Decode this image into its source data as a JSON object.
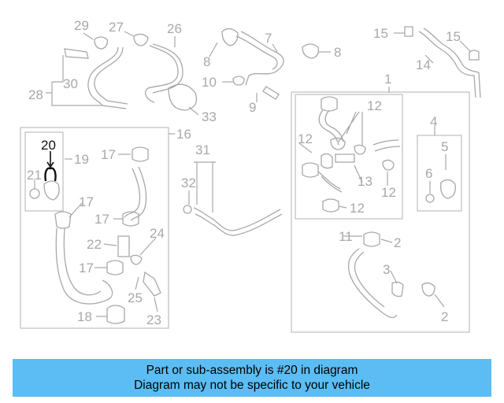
{
  "diagram": {
    "labels": [
      "29",
      "27",
      "26",
      "8",
      "7",
      "8",
      "15",
      "15",
      "14",
      "28",
      "30",
      "10",
      "9",
      "1",
      "33",
      "16",
      "12",
      "12",
      "4",
      "5",
      "20",
      "19",
      "17",
      "31",
      "32",
      "13",
      "21",
      "17",
      "12",
      "6",
      "12",
      "17",
      "22",
      "24",
      "11",
      "2",
      "17",
      "3",
      "25",
      "18",
      "23",
      "2"
    ],
    "highlighted_part": "20",
    "colors": {
      "parts": "#a8a8a8",
      "highlight": "#111111",
      "banner": "#5bbdf3"
    }
  },
  "banner": {
    "line1": "Part or sub-assembly is #20 in diagram",
    "line2": "Diagram may not be specific to your vehicle"
  }
}
